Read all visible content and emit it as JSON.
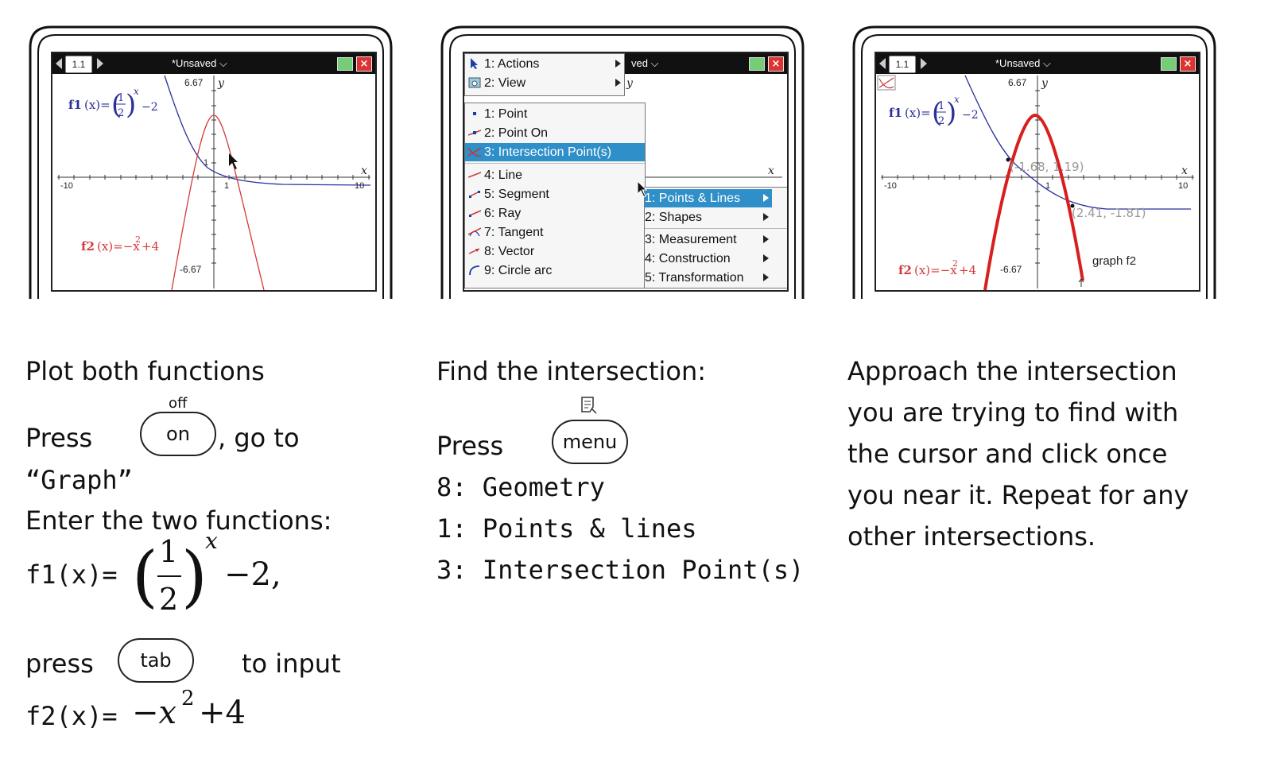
{
  "screens": {
    "doc_tab": "1.1",
    "doc_title": "*Unsaved",
    "close_label": "×",
    "x_min_label": "-10",
    "x_max_label": "10",
    "y_max_label": "6.67",
    "y_min_label": "-6.67",
    "x_one_label": "1",
    "y_one_label": "1",
    "axis_x": "x",
    "axis_y": "y",
    "f1_label": "f1(x)=(1/2)^x −2",
    "f2_label": "f2(x)=−x^2+4",
    "f1_color": "#2b2f9a",
    "f2_color": "#d33a3a"
  },
  "panel1": {
    "f1_name": "f1",
    "f1_paren_x": "(x)=",
    "f1_num": "1",
    "f1_den": "2",
    "f1_exp": "x",
    "f1_tail": "−2",
    "f2_name": "f2",
    "f2_paren_x": "(x)=−x",
    "f2_exp": "2",
    "f2_tail": "+4"
  },
  "panel2": {
    "menu_top": [
      {
        "label": "1: Actions",
        "has_sub": true
      },
      {
        "label": "2: View",
        "has_sub": true
      }
    ],
    "menu_main": [
      {
        "label": "1: Point",
        "icon": "point-icon"
      },
      {
        "label": "2: Point On",
        "icon": "point-on-icon"
      },
      {
        "label": "3: Intersection Point(s)",
        "icon": "intersection-icon",
        "selected": true
      },
      {
        "label": "4: Line",
        "icon": "line-icon"
      },
      {
        "label": "5: Segment",
        "icon": "segment-icon"
      },
      {
        "label": "6: Ray",
        "icon": "ray-icon"
      },
      {
        "label": "7: Tangent",
        "icon": "tangent-icon"
      },
      {
        "label": "8: Vector",
        "icon": "vector-icon"
      },
      {
        "label": "9: Circle arc",
        "icon": "circle-arc-icon"
      }
    ],
    "menu_sub": [
      {
        "label": "1: Points & Lines",
        "selected": true
      },
      {
        "label": "2: Shapes"
      },
      {
        "label": "3: Measurement"
      },
      {
        "label": "4: Construction"
      },
      {
        "label": "5: Transformation"
      }
    ],
    "title_partial": "ved"
  },
  "panel3": {
    "point1": "(-1.68, 1.19)",
    "point2": "(2.41, -1.81)",
    "graph_label": "graph f2"
  },
  "captions": {
    "col1": {
      "heading": "Plot both functions",
      "press": "Press",
      "key_top": "off",
      "key_on": "on",
      "go_to": ", go to",
      "graph": "“Graph”",
      "enter": "Enter the two functions:",
      "f1_lhs": "f1(x)=",
      "f1_num": "1",
      "f1_den": "2",
      "f1_exp": "x",
      "f1_rhs": "−2,",
      "press2": "press",
      "key_tab": "tab",
      "to_input": "to input",
      "f2_lhs": "f2(x)=",
      "f2_rhs_a": "−x",
      "f2_exp": "2",
      "f2_rhs_b": "+4"
    },
    "col2": {
      "heading": "Find the intersection:",
      "press": "Press",
      "key_menu": "menu",
      "menu_icon": "document-icon",
      "step1": "8: Geometry",
      "step2": "1: Points & lines",
      "step3": "3: Intersection Point(s)"
    },
    "col3": {
      "line1": "Approach the intersection",
      "line2": "you are trying to find with",
      "line3": "the cursor and click once",
      "line4": "you near it. Repeat for any",
      "line5": "other intersections."
    }
  }
}
